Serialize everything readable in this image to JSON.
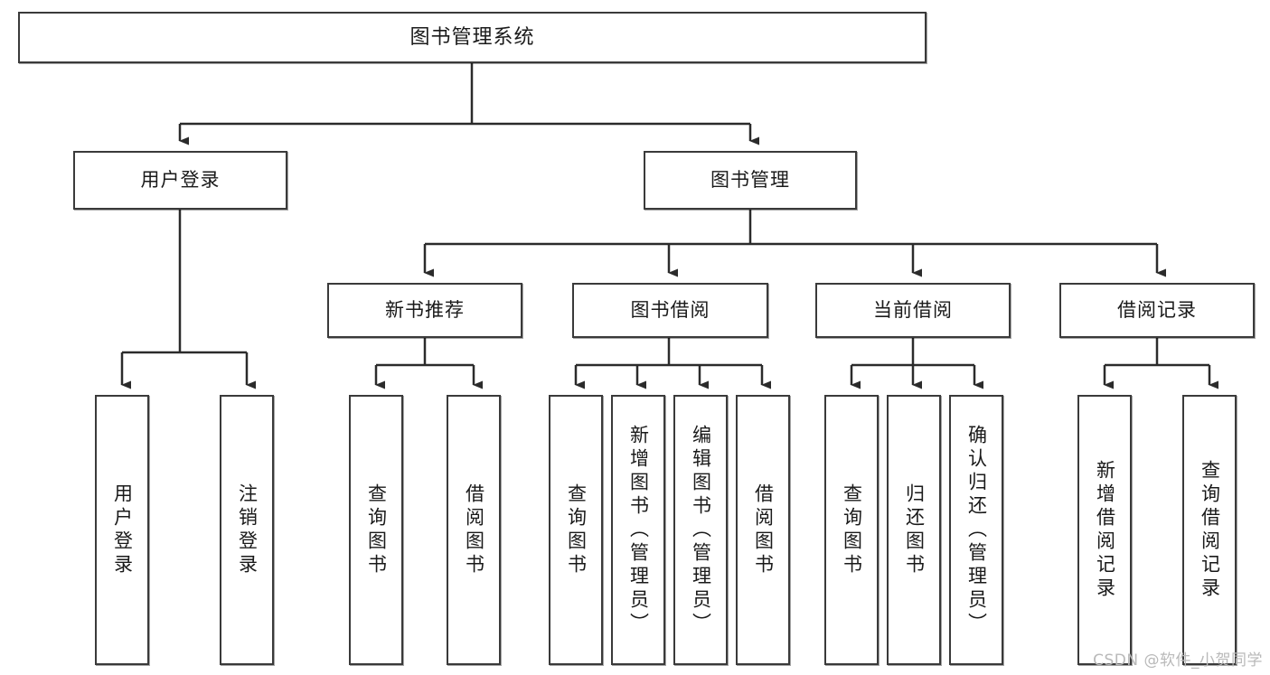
{
  "diagram": {
    "type": "tree-hierarchy",
    "title": "图书管理系统",
    "watermark": "CSDN @软件_小贺同学",
    "colors": {
      "box_border": "#3a3a3a",
      "box_fill": "#ffffff",
      "edge": "#2b2b2b",
      "text": "#1a1a1a",
      "watermark": "#b9b9b9",
      "background": "#ffffff"
    }
  },
  "nodes": {
    "root": {
      "label": "图书管理系统"
    },
    "level2": [
      {
        "id": "user-login",
        "label": "用户登录"
      },
      {
        "id": "book-management",
        "label": "图书管理"
      }
    ],
    "level3": [
      {
        "id": "new-book-recommend",
        "label": "新书推荐"
      },
      {
        "id": "book-borrow",
        "label": "图书借阅"
      },
      {
        "id": "current-borrow",
        "label": "当前借阅"
      },
      {
        "id": "borrow-record",
        "label": "借阅记录"
      }
    ],
    "leaves": {
      "user_login": [
        {
          "id": "leaf-user-login",
          "label": "用户登录"
        },
        {
          "id": "leaf-logout-login",
          "label": "注销登录"
        }
      ],
      "new_book_recommend": [
        {
          "id": "leaf-query-book-1",
          "label": "查询图书"
        },
        {
          "id": "leaf-borrow-book-1",
          "label": "借阅图书"
        }
      ],
      "book_borrow": [
        {
          "id": "leaf-query-book-2",
          "label": "查询图书"
        },
        {
          "id": "leaf-add-book",
          "label": "新增图书（管理员）"
        },
        {
          "id": "leaf-edit-book",
          "label": "编辑图书（管理员）"
        },
        {
          "id": "leaf-borrow-book-2",
          "label": "借阅图书"
        }
      ],
      "current_borrow": [
        {
          "id": "leaf-query-book-3",
          "label": "查询图书"
        },
        {
          "id": "leaf-return-book",
          "label": "归还图书"
        },
        {
          "id": "leaf-confirm-return",
          "label": "确认归还（管理员）"
        }
      ],
      "borrow_record": [
        {
          "id": "leaf-add-record",
          "label": "新增借阅记录"
        },
        {
          "id": "leaf-query-record",
          "label": "查询借阅记录"
        }
      ]
    }
  }
}
